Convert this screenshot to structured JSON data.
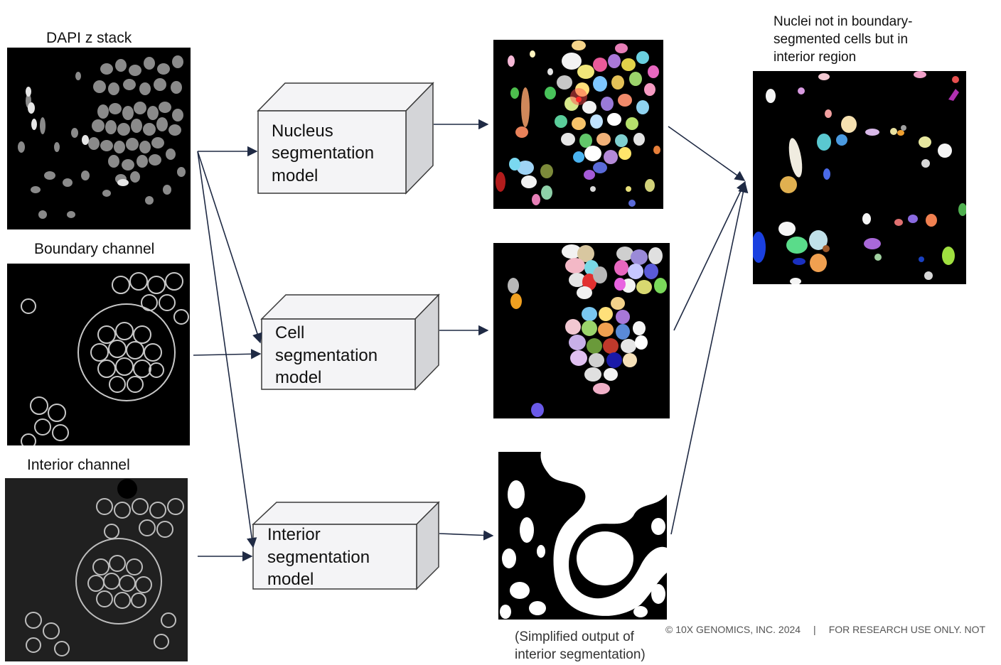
{
  "inputs": {
    "dapi_label": "DAPI z stack",
    "boundary_label": "Boundary channel",
    "interior_label": "Interior channel"
  },
  "models": {
    "nucleus": [
      "Nucleus",
      "segmentation",
      "model"
    ],
    "cell": [
      "Cell",
      "segmentation",
      "model"
    ],
    "interior": [
      "Interior",
      "segmentation",
      "model"
    ]
  },
  "outputs": {
    "interior_caption_line1": "(Simplified output of",
    "interior_caption_line2": "interior segmentation)",
    "final_caption_line1": "Nuclei not in boundary-",
    "final_caption_line2": "segmented cells but in",
    "final_caption_line3": "interior region"
  },
  "footer": {
    "copyright": "© 10X GENOMICS, INC. 2024",
    "separator": "|",
    "notice": "FOR RESEARCH USE ONLY. NOT"
  },
  "colors": {
    "arrow": "#1f2a44",
    "box_front": "#f4f4f6",
    "box_side": "#d4d5d8",
    "box_stroke": "#3a3a3a"
  }
}
